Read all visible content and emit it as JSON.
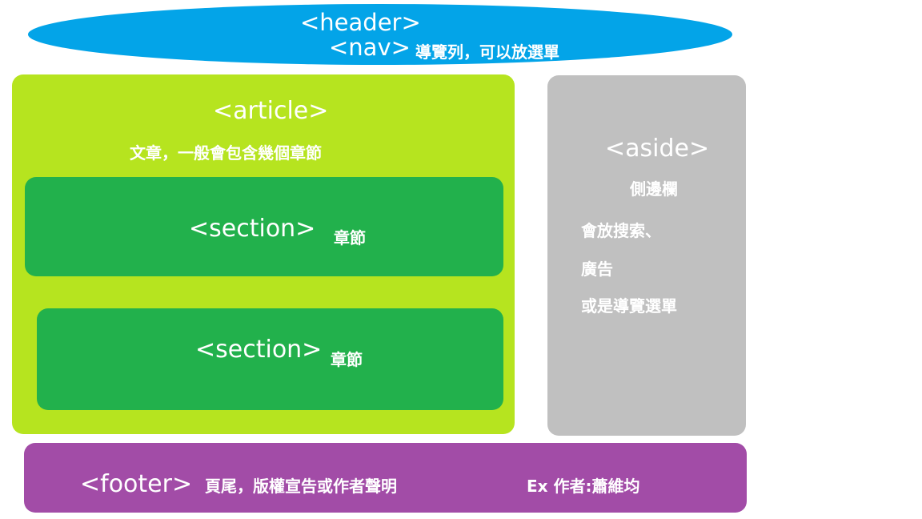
{
  "header": {
    "tag": "<header>",
    "nav_tag": "<nav>",
    "nav_desc": "導覽列，可以放選單",
    "color": "#03a4e8"
  },
  "article": {
    "tag": "<article>",
    "desc": "文章，一般會包含幾個章節",
    "color": "#b6e41f",
    "sections": [
      {
        "tag": "<section>",
        "desc": "章節"
      },
      {
        "tag": "<section>",
        "desc": "章節"
      }
    ],
    "section_color": "#22b14c"
  },
  "aside": {
    "tag": "<aside>",
    "title": "側邊欄",
    "lines": [
      "會放搜索、",
      "廣告",
      "或是導覽選單"
    ],
    "color": "#c0c0c0"
  },
  "footer": {
    "tag": "<footer>",
    "desc": "頁尾，版權宣告或作者聲明",
    "example": "Ex   作者:蕭維均",
    "color": "#a24ca7"
  }
}
